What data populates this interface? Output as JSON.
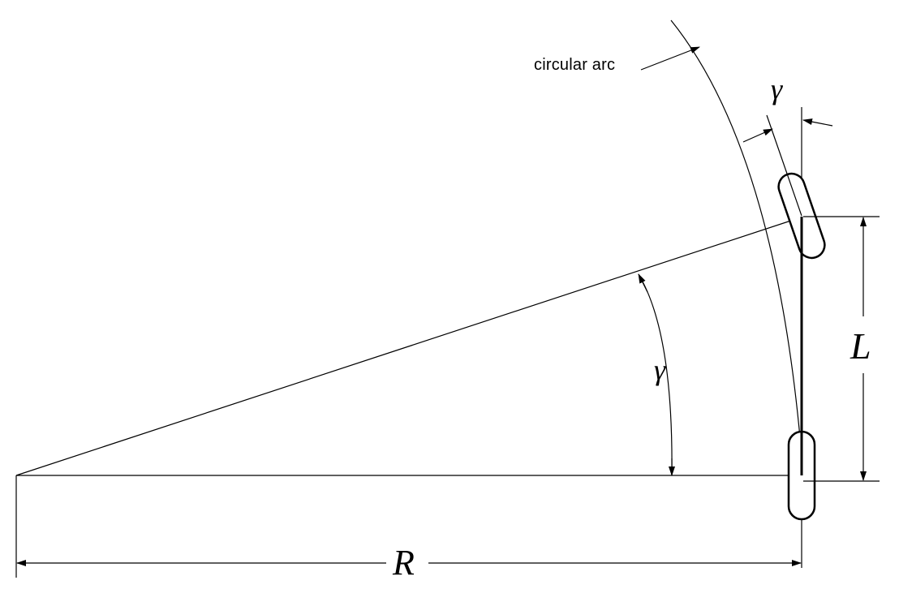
{
  "labels": {
    "arc": "circular arc",
    "steer_angle_top": "γ",
    "steer_angle_center": "γ",
    "wheelbase": "L",
    "radius": "R"
  },
  "colors": {
    "line": "#000000",
    "background": "#ffffff"
  }
}
